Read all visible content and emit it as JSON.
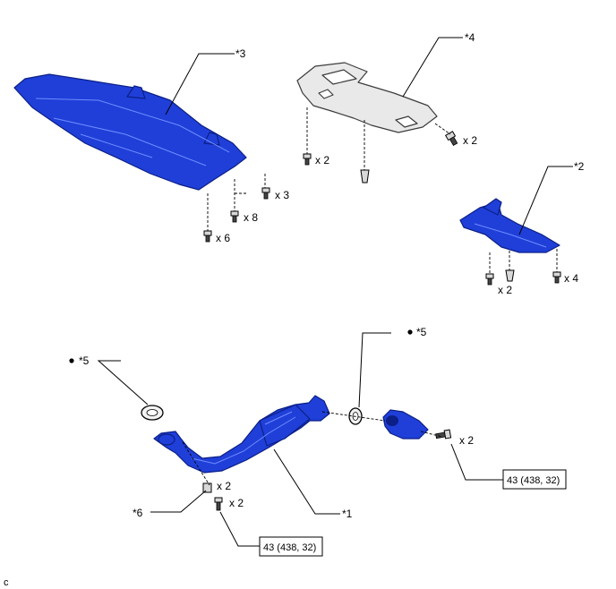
{
  "callouts": {
    "c1": "*1",
    "c2": "*2",
    "c3": "*3",
    "c4": "*4",
    "c5_left": "*5",
    "c5_right": "*5",
    "c6": "*6"
  },
  "quantities": {
    "shield3_x6": "x 6",
    "shield3_x8": "x 8",
    "shield3_x3": "x 3",
    "plate4_x2_left": "x 2",
    "plate4_x2_right": "x 2",
    "cover2_x2": "x 2",
    "cover2_x4": "x 4",
    "pipe_nut_x2": "x 2",
    "pipe_bolt_x2": "x 2",
    "rear_bolt_x2": "x 2"
  },
  "torque": {
    "front": "43 (438, 32)",
    "rear": "43 (438, 32)"
  },
  "corner_code": "c",
  "colors": {
    "part_blue": "#1f3fd8",
    "part_gray": "#e9e9e9"
  }
}
